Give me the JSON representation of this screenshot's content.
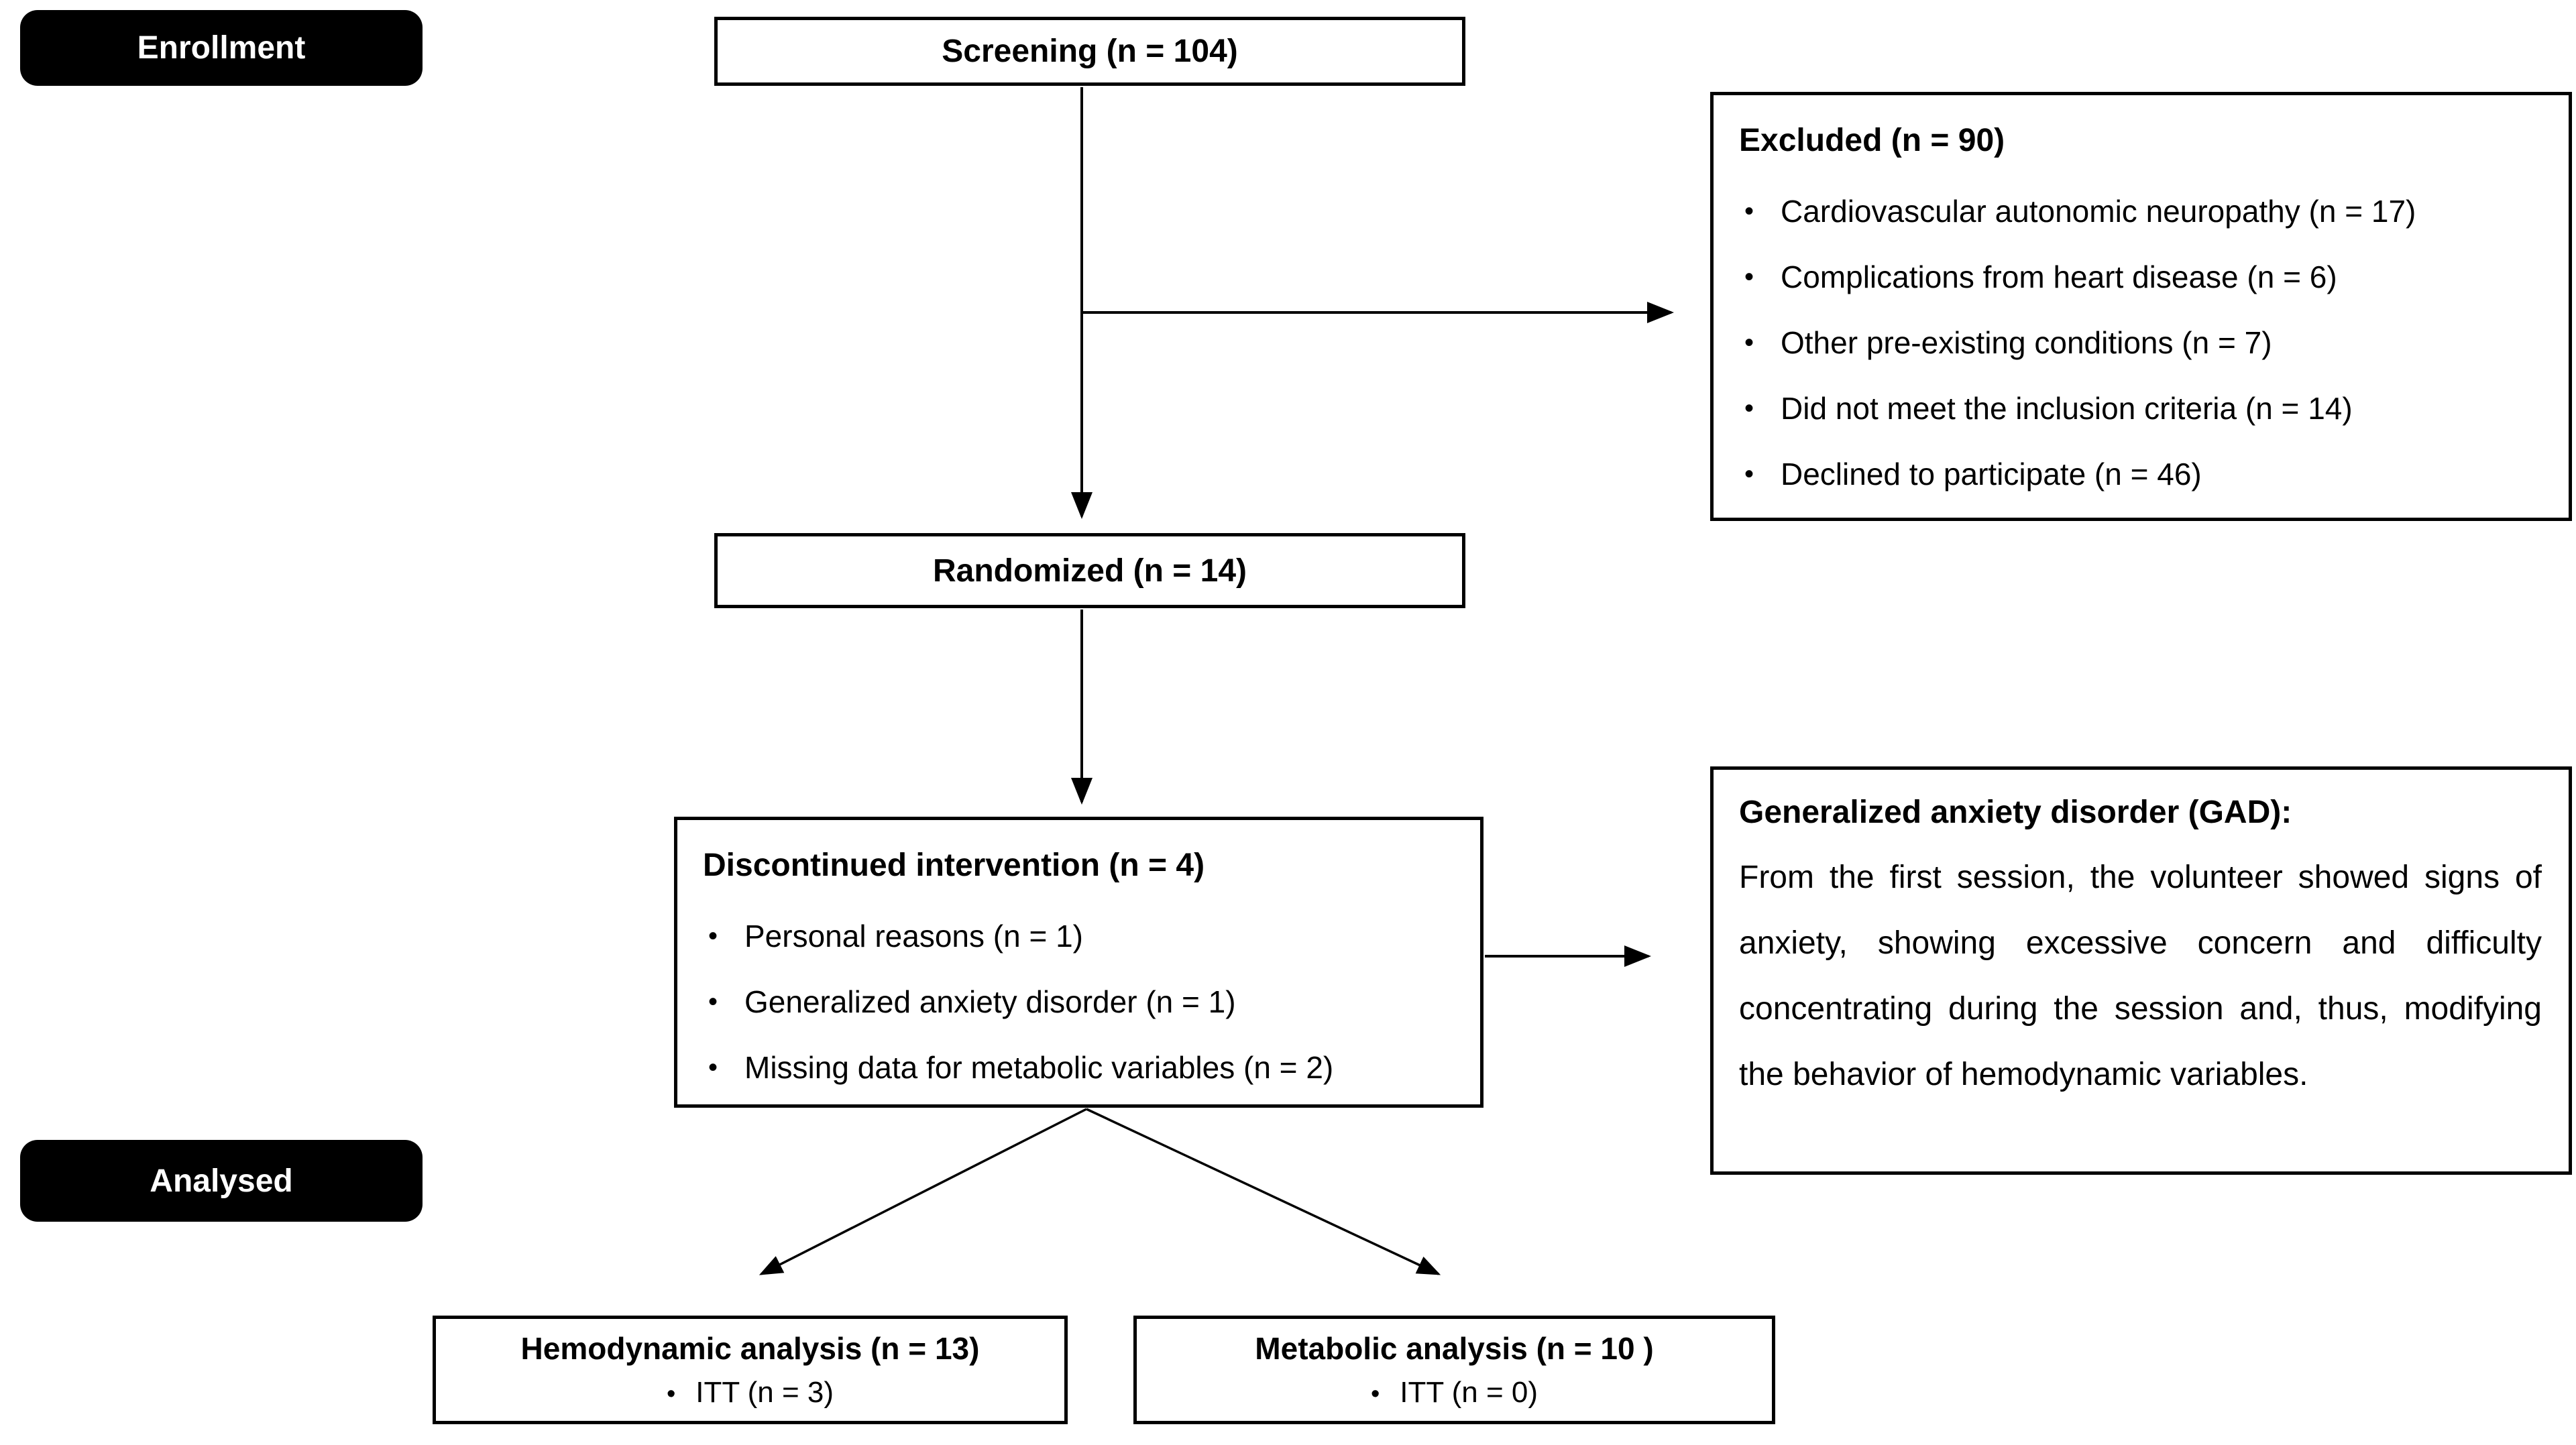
{
  "colors": {
    "background": "#ffffff",
    "box_border": "#000000",
    "ribbon_bg": "#000000",
    "ribbon_text": "#ffffff",
    "arrow": "#000000"
  },
  "flow": {
    "enrollment_label": "Enrollment",
    "analysed_label": "Analysed",
    "screening": "Screening (n = 104)",
    "randomized": "Randomized (n = 14)",
    "excluded": {
      "title": "Excluded (n = 90)",
      "items": [
        "Cardiovascular autonomic neuropathy (n = 17)",
        "Complications from heart disease (n = 6)",
        "Other pre-existing conditions (n = 7)",
        "Did not meet the inclusion criteria (n = 14)",
        "Declined to participate (n = 46)"
      ]
    },
    "discontinued": {
      "title": "Discontinued intervention (n = 4)",
      "items": [
        "Personal reasons (n = 1)",
        "Generalized anxiety disorder (n = 1)",
        "Missing data for metabolic variables (n = 2)"
      ]
    },
    "gad_note": {
      "title": "Generalized anxiety disorder (GAD):",
      "body": "From the first session, the volunteer showed signs of anxiety, showing excessive concern and difficulty concentrating during the session and, thus, modifying the behavior of hemodynamic variables."
    },
    "hemodynamic": {
      "title": "Hemodynamic analysis (n = 13)",
      "bullet": "ITT (n = 3)"
    },
    "metabolic": {
      "title": "Metabolic analysis (n = 10 )",
      "bullet": "ITT (n = 0)"
    }
  }
}
